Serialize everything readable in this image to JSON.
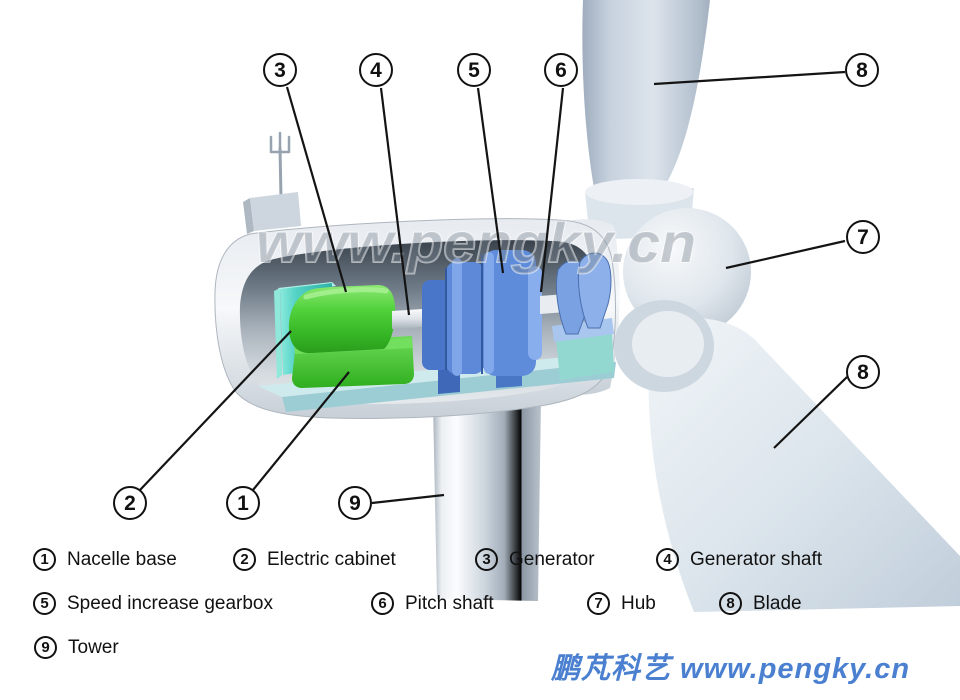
{
  "title": "Wind turbine nacelle cutaway diagram",
  "watermarks": {
    "center": "www.pengky.cn",
    "footer": "鹏芃科艺 www.pengky.cn"
  },
  "callouts": {
    "c1": "1",
    "c2": "2",
    "c3": "3",
    "c4": "4",
    "c5": "5",
    "c6": "6",
    "c7": "7",
    "c8top": "8",
    "c8bot": "8",
    "c9": "9"
  },
  "legend": {
    "items": [
      {
        "num": "1",
        "label": "Nacelle base"
      },
      {
        "num": "2",
        "label": "Electric cabinet"
      },
      {
        "num": "3",
        "label": "Generator"
      },
      {
        "num": "4",
        "label": "Generator shaft"
      },
      {
        "num": "5",
        "label": "Speed increase gearbox"
      },
      {
        "num": "6",
        "label": "Pitch shaft"
      },
      {
        "num": "7",
        "label": "Hub"
      },
      {
        "num": "8",
        "label": "Blade"
      },
      {
        "num": "9",
        "label": "Tower"
      }
    ]
  },
  "colors": {
    "generator_green": "#52d23c",
    "gearbox_blue": "#5d89d8",
    "cabinet_teal": "#55d2c6",
    "base_plate_cyan": "#bfe4e8",
    "footer_watermark_blue": "#4b80d1",
    "line_black": "#141414"
  }
}
